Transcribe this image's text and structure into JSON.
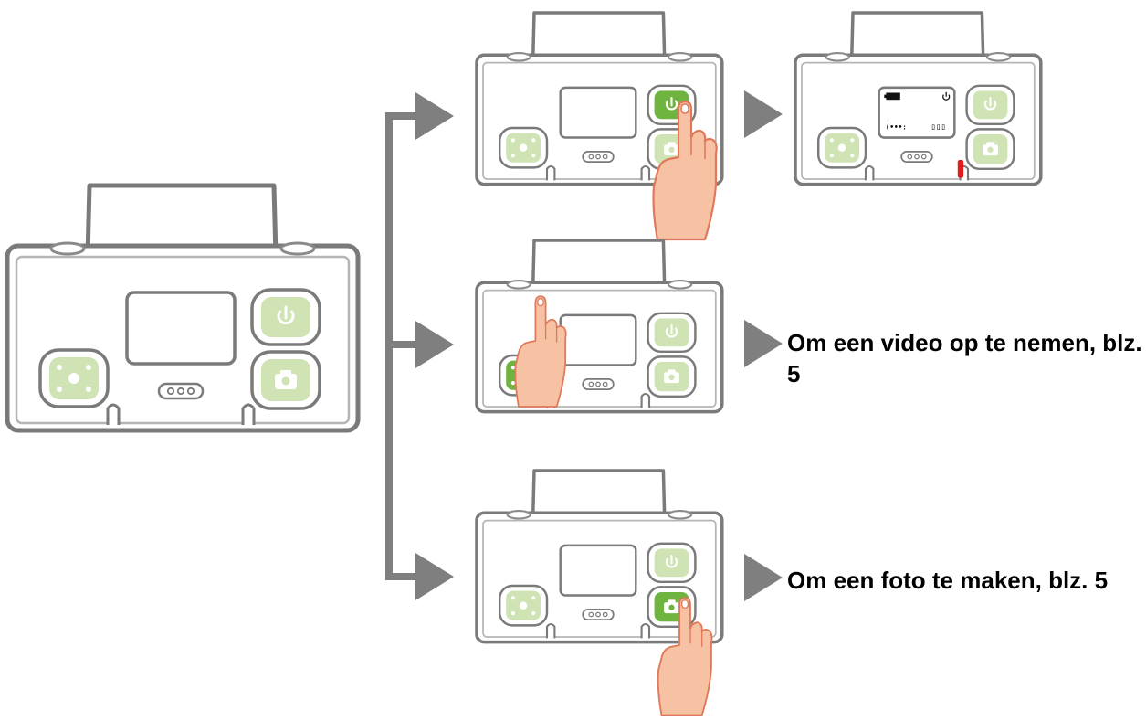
{
  "captions": {
    "video": "Om een video op te nemen, blz. 5",
    "photo": "Om een foto te maken, blz. 5"
  },
  "icons": {
    "power": "power-icon",
    "camera": "camera-icon",
    "record": "record-button-icon",
    "finger": "pointing-finger-icon",
    "battery": "battery-icon",
    "status_led": "red-status-led"
  },
  "colors": {
    "device_outline": "#7a7a7a",
    "button_light_green": "#cfe3b4",
    "button_active_green": "#6fb43f",
    "finger_fill": "#f6c2a3",
    "finger_stroke": "#e0795a",
    "arrow": "#7f7f7f",
    "led": "#e51b1b"
  }
}
